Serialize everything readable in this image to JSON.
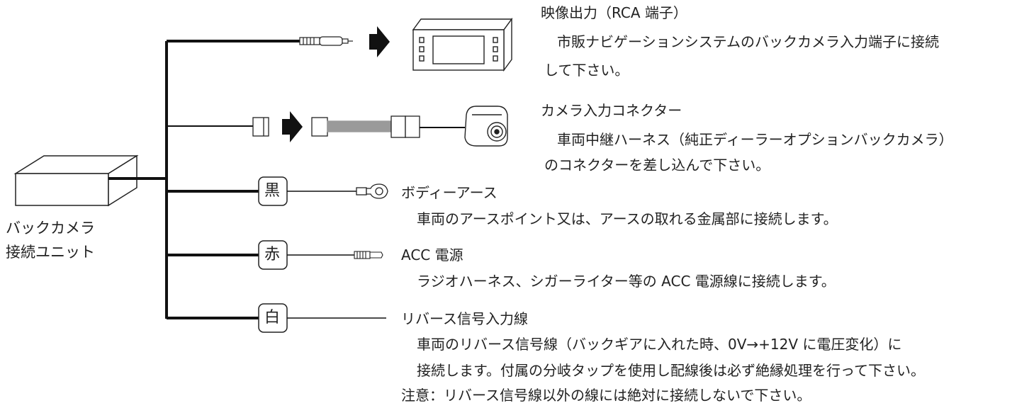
{
  "unit": {
    "label_line1": "バックカメラ",
    "label_line2": "接続ユニット"
  },
  "outputs": [
    {
      "id": "video-out",
      "title": "映像出力（RCA 端子）",
      "desc": [
        "市販ナビゲーションシステムのバックカメラ入力端子に接続",
        "して下さい。"
      ]
    },
    {
      "id": "camera-in",
      "title": "カメラ入力コネクター",
      "desc": [
        "車両中継ハーネス（純正ディーラーオプションバックカメラ）",
        "のコネクターを差し込んで下さい。"
      ]
    },
    {
      "id": "body-ground",
      "wire_color": "黒",
      "title": "ボディーアース",
      "desc": [
        "車両のアースポイント又は、アースの取れる金属部に接続します。"
      ]
    },
    {
      "id": "acc-power",
      "wire_color": "赤",
      "title": "ACC 電源",
      "desc": [
        "ラジオハーネス、シガーライター等の ACC 電源線に接続します。"
      ]
    },
    {
      "id": "reverse-signal",
      "wire_color": "白",
      "title": "リバース信号入力線",
      "desc": [
        "車両のリバース信号線（バックギアに入れた時、0V→+12V に電圧変化）に",
        "接続します。付属の分岐タップを使用し配線後は必ず絶縁処理を行って下さい。"
      ]
    }
  ],
  "caution": "注意：リバース信号線以外の線には絶対に接続しないで下さい。"
}
